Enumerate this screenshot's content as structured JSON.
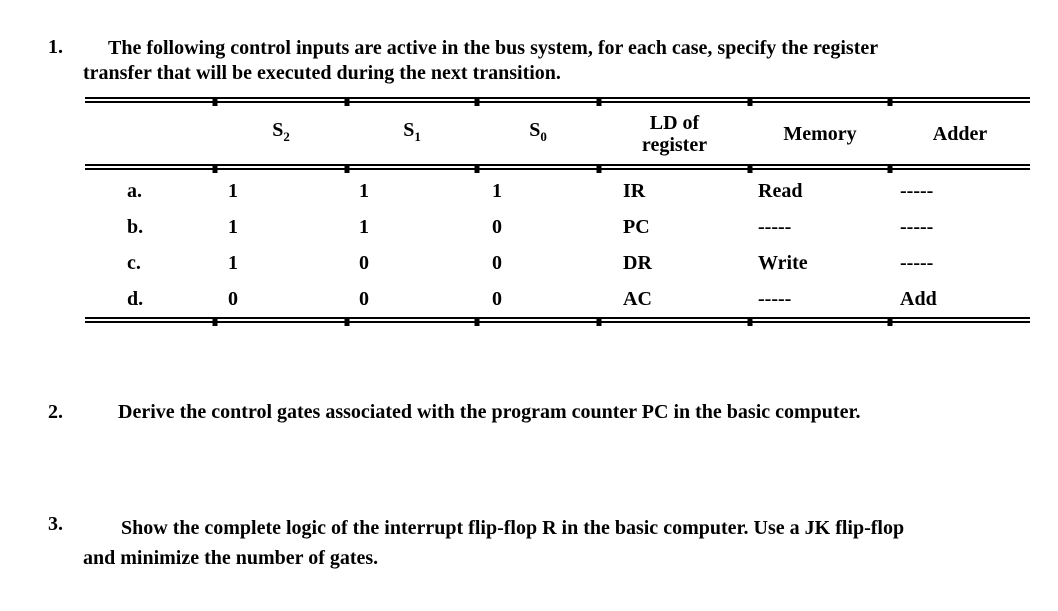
{
  "document": {
    "colors": {
      "text": "#000000",
      "background": "#ffffff",
      "table_rule": "#000000"
    },
    "questions": [
      {
        "number": "1.",
        "lines": [
          "The following control inputs are active in the bus system, for each case, specify the register",
          "transfer that will be executed during the next transition."
        ]
      },
      {
        "number": "2.",
        "lines": [
          "Derive the control gates associated with the program counter PC in the basic computer."
        ]
      },
      {
        "number": "3.",
        "lines": [
          "Show the complete logic of the interrupt flip-flop R in the basic computer. Use a JK flip-flop",
          "and minimize the number of gates."
        ]
      }
    ],
    "table": {
      "headers": [
        {
          "text": ""
        },
        {
          "text": "S",
          "sub": "2"
        },
        {
          "text": "S",
          "sub": "1"
        },
        {
          "text": "S",
          "sub": "0"
        },
        {
          "text": "LD of register"
        },
        {
          "text": "Memory"
        },
        {
          "text": "Adder"
        }
      ],
      "rows": [
        {
          "case": "a.",
          "s2": "1",
          "s1": "1",
          "s0": "1",
          "ld": "IR",
          "memory": "Read",
          "adder": "-----"
        },
        {
          "case": "b.",
          "s2": "1",
          "s1": "1",
          "s0": "0",
          "ld": "PC",
          "memory": "-----",
          "adder": "-----"
        },
        {
          "case": "c.",
          "s2": "1",
          "s1": "0",
          "s0": "0",
          "ld": "DR",
          "memory": "Write",
          "adder": "-----"
        },
        {
          "case": "d.",
          "s2": "0",
          "s1": "0",
          "s0": "0",
          "ld": "AC",
          "memory": "-----",
          "adder": "Add"
        }
      ]
    }
  }
}
